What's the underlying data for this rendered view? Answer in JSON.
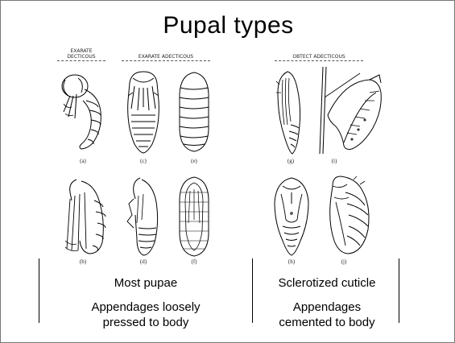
{
  "slide": {
    "title": "Pupal types"
  },
  "figure": {
    "headers": {
      "exarate_decticous": "EXARATE DECTICOUS",
      "exarate_adecticous": "EXARATE ADECTICOUS",
      "obtect_adecticous": "OBTECT ADECTICOUS"
    },
    "labels": {
      "a": "(a)",
      "b": "(b)",
      "c": "(c)",
      "d": "(d)",
      "e": "(e)",
      "f": "(f)",
      "g": "(g)",
      "h": "(h)",
      "i": "(i)",
      "j": "(j)"
    }
  },
  "captions": {
    "left_1": "Most pupae",
    "left_2a": "Appendages loosely",
    "left_2b": "pressed to body",
    "right_1": "Sclerotized cuticle",
    "right_2a": "Appendages",
    "right_2b": "cemented to body"
  }
}
